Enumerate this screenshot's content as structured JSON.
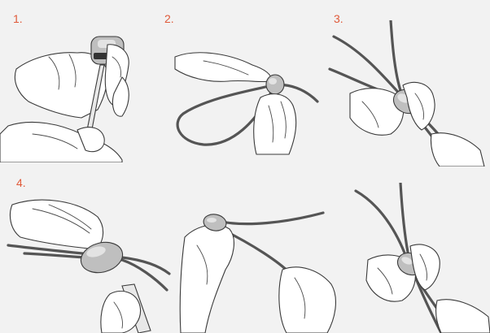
{
  "steps": [
    {
      "label": "1."
    },
    {
      "label": "2."
    },
    {
      "label": "3."
    },
    {
      "label": "4."
    }
  ],
  "colors": {
    "background": "#f2f2f2",
    "step_label": "#e05a3a",
    "line": "#3a3a3a",
    "bead": "#bfbfbf"
  }
}
